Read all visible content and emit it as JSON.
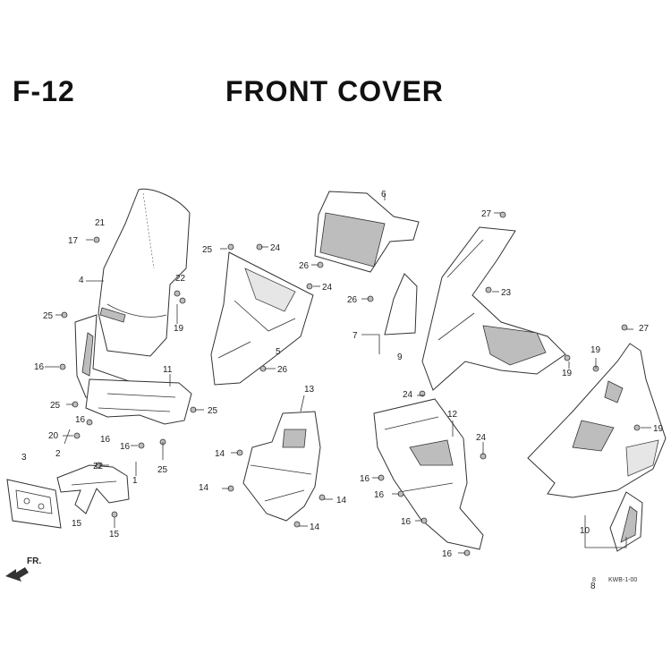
{
  "header": {
    "code": "F-12",
    "title": "FRONT COVER"
  },
  "direction_label": "FR.",
  "ref_code": "KWB-1-00",
  "callouts": [
    "1",
    "2",
    "3",
    "4",
    "5",
    "6",
    "7",
    "8",
    "9",
    "10",
    "11",
    "12",
    "13",
    "14",
    "15",
    "16",
    "17",
    "19",
    "20",
    "21",
    "22",
    "23",
    "24",
    "25",
    "26",
    "27"
  ]
}
